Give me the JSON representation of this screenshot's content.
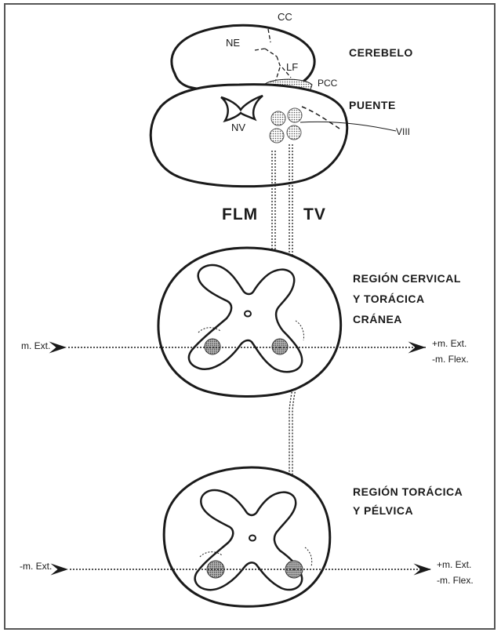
{
  "labels": {
    "cc": "CC",
    "ne": "NE",
    "lf": "LF",
    "pcc": "PCC",
    "nv": "NV",
    "viii": "VIII",
    "cerebelo": "CEREBELO",
    "puente": "PUENTE",
    "flm": "FLM",
    "tv": "TV",
    "region_cervical_1": "REGIÓN CERVICAL",
    "region_cervical_2": "Y TORÁCICA",
    "region_cervical_3": "CRÁNEA",
    "region_toracica_1": "REGIÓN TORÁCICA",
    "region_toracica_2": "Y PÉLVICA",
    "upper_left_effect": "m. Ext.",
    "upper_right_effect_1": "+m. Ext.",
    "upper_right_effect_2": "-m. Flex.",
    "lower_left_effect": "-m. Ext.",
    "lower_right_effect_1": "+m. Ext.",
    "lower_right_effect_2": "-m. Flex."
  },
  "colors": {
    "line": "#1a1a1a",
    "frame": "#555555",
    "nucleus_fill": "#9a9a9a",
    "background": "#ffffff"
  }
}
